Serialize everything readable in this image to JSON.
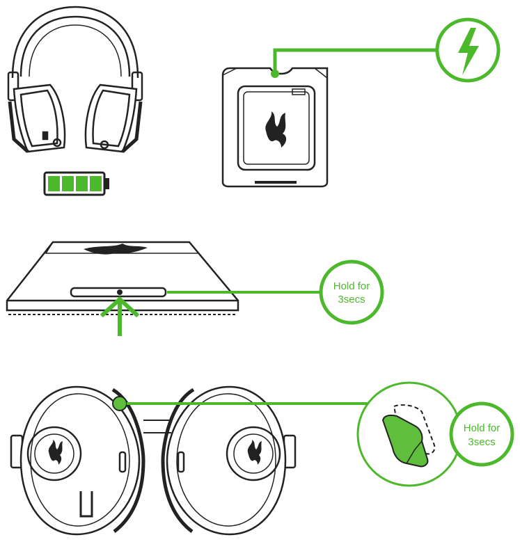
{
  "colors": {
    "accent": "#4cb82b",
    "line_art": "#222222",
    "highlight_fill": "#5fbf3c"
  },
  "icons": {
    "power_callout": "lightning-bolt-icon",
    "battery": "battery-full-icon",
    "brand": "razer-logo-icon"
  },
  "battery": {
    "level_bars": 4,
    "max_bars": 4
  },
  "steps": [
    {
      "id": "charge",
      "description": ""
    },
    {
      "id": "dock-power",
      "callout_line1": "Hold for",
      "callout_line2": "3secs"
    },
    {
      "id": "headset-power",
      "callout_line1": "Hold for",
      "callout_line2": "3secs"
    }
  ]
}
